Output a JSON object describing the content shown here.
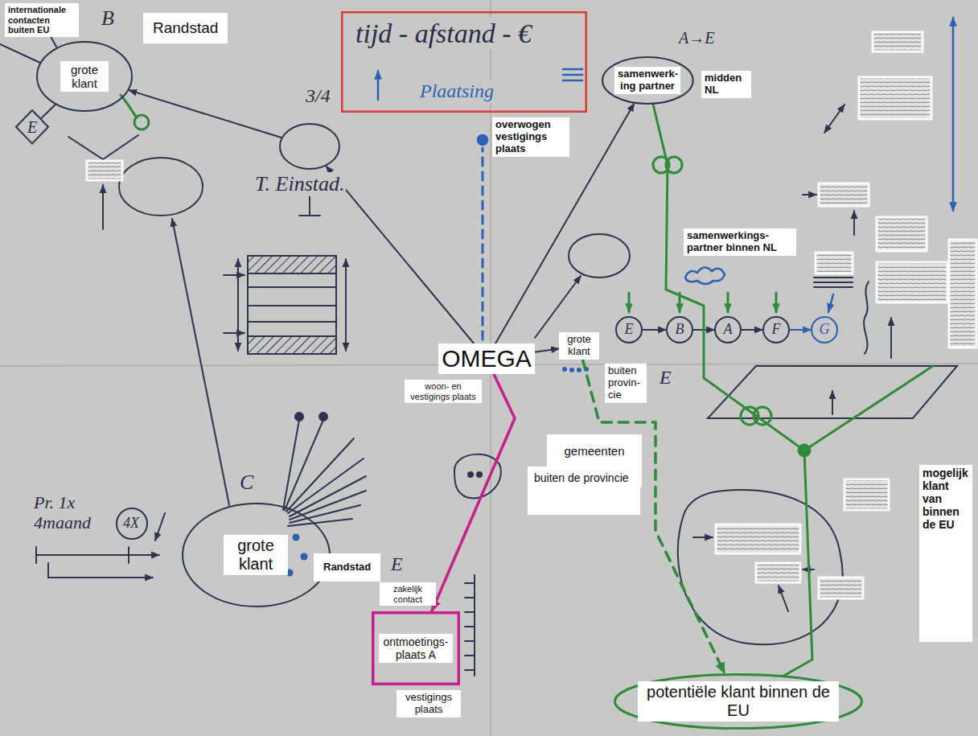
{
  "diagram": {
    "nodes": [
      {
        "text": [
          "B",
          "grote klant"
        ]
      },
      {
        "text": [
          "E"
        ]
      },
      {
        "text": [
          "3/4"
        ]
      },
      {
        "text": [
          "tijd - afstand - €",
          "Plaatsing"
        ]
      },
      {
        "text": [
          "A→E",
          "samenwerk- ing partner"
        ]
      },
      {
        "text": [
          "OMEGA"
        ]
      },
      {
        "text": [
          "grote klant"
        ]
      },
      {
        "text": [
          "E"
        ]
      },
      {
        "text": [
          "B"
        ]
      },
      {
        "text": [
          "A"
        ]
      },
      {
        "text": [
          "F"
        ]
      },
      {
        "text": [
          "G"
        ]
      },
      {
        "text": [
          "C",
          "grote klant"
        ]
      },
      {
        "text": [
          "ontmoetings- plaats A"
        ]
      },
      {
        "text": [
          "potentiële klant binnen de EU"
        ]
      }
    ],
    "edges": [
      {
        "from": 5,
        "to": 2,
        "arrow": "to"
      },
      {
        "from": 2,
        "to": 0,
        "arrow": "to"
      },
      {
        "from": 5,
        "to": 4,
        "arrow": "to"
      },
      {
        "from": 5,
        "to": 6,
        "arrow": "to"
      },
      {
        "from": 5,
        "to": 13,
        "arrow": "to"
      },
      {
        "from": 7,
        "to": 8,
        "arrow": "to"
      },
      {
        "from": 8,
        "to": 9,
        "arrow": "to"
      },
      {
        "from": 9,
        "to": 10,
        "arrow": "to"
      },
      {
        "from": 10,
        "to": 11,
        "arrow": "to"
      },
      {
        "from": 6,
        "to": 14,
        "arrow": "to"
      },
      {
        "from": 4,
        "to": 14,
        "arrow": "none"
      },
      {
        "from": 0,
        "to": 1,
        "arrow": "none"
      }
    ],
    "labels": [
      "internationale contacten buiten EU",
      "Randstad",
      "overwogen vestigings plaats",
      "midden NL",
      "samenwerkings- partner binnen NL",
      "T. Einstad.",
      "woon- en vestigings plaats",
      "buiten provin- cie",
      "E",
      "gemeenten",
      "buiten de provincie",
      "Pr. 1x 4maand",
      "4X",
      "Randstad",
      "E",
      "zakelijk contact",
      "vestigings plaats",
      "mogelijk klant van binnen de EU"
    ]
  }
}
